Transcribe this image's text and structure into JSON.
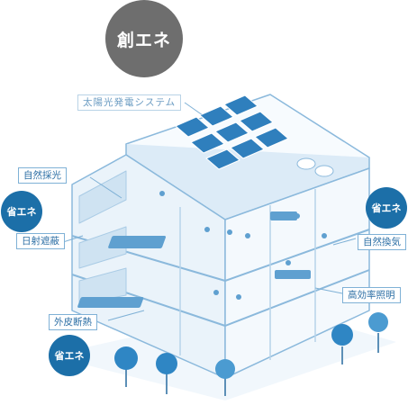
{
  "colors": {
    "create_badge": "#6e6e6e",
    "save_badge": "#1c6fa8",
    "label_text": "#2d6fa5",
    "building_stroke": "#8bb9dc",
    "building_fill": "#eaf3fa",
    "solar_panel": "#2f7fbd"
  },
  "badges": {
    "create": "創エネ",
    "save_left_top": "省エネ",
    "save_right_top": "省エネ",
    "save_left_bottom": "省エネ"
  },
  "labels": {
    "pv_system": "太陽光発電システム",
    "natural_light": "自然採光",
    "sun_shading": "日射遮蔽",
    "natural_ventilation": "自然換気",
    "high_efficiency_lighting": "高効率照明",
    "exterior_insulation": "外皮断熱"
  }
}
